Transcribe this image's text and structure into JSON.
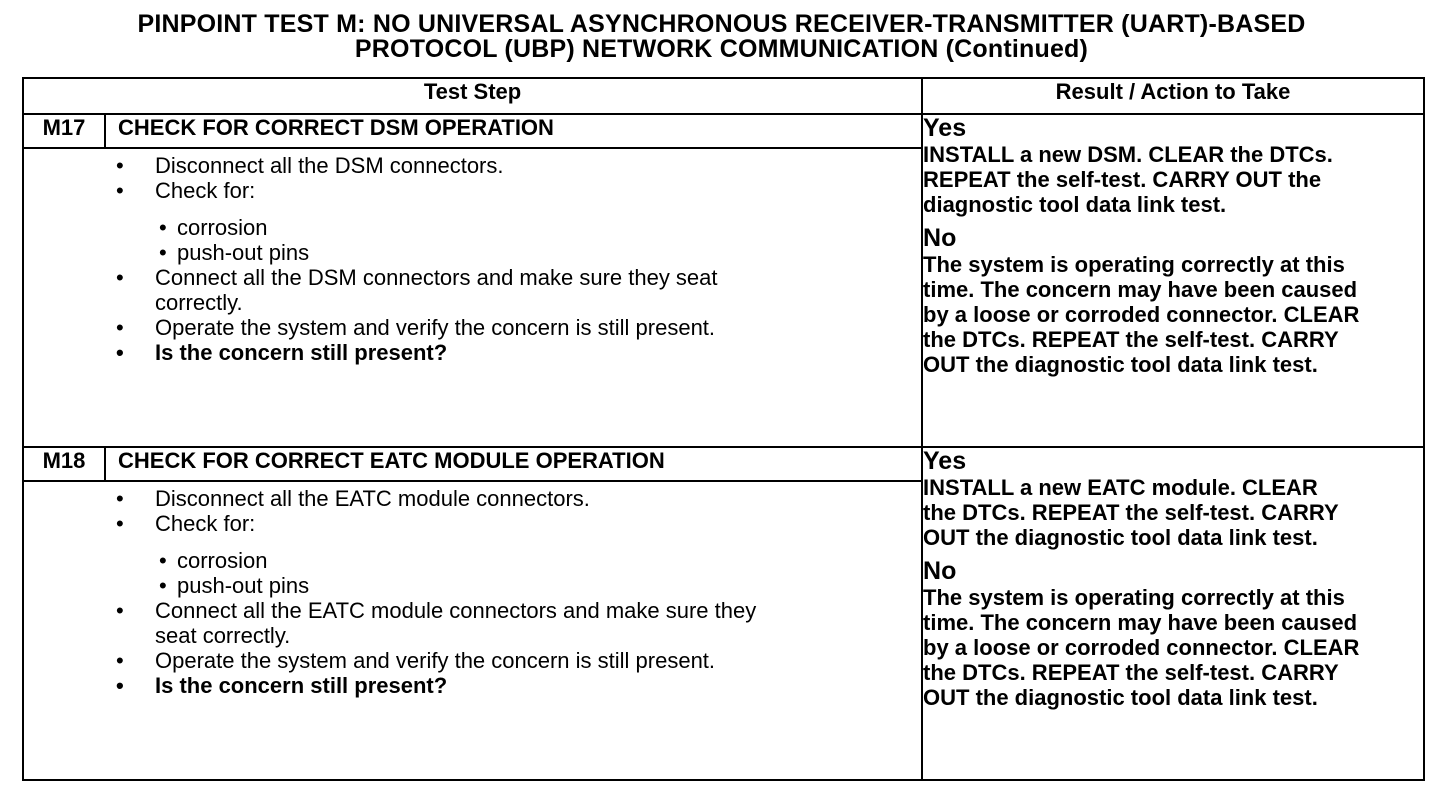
{
  "title_line1": "PINPOINT TEST  M: NO UNIVERSAL ASYNCHRONOUS RECEIVER-TRANSMITTER (UART)-BASED",
  "title_line2": "PROTOCOL (UBP) NETWORK COMMUNICATION (Continued)",
  "headers": {
    "test_step": "Test Step",
    "result": "Result / Action to Take"
  },
  "bullet": "•",
  "sub_bullet": "•",
  "steps": [
    {
      "id": "M17",
      "title": "CHECK FOR CORRECT DSM OPERATION",
      "bullets": {
        "b1": "Disconnect all the DSM connectors.",
        "b2": "Check for:",
        "sub1": "corrosion",
        "sub2": "push-out pins",
        "b3a": "Connect all the DSM connectors and make sure they seat",
        "b3b": "correctly.",
        "b4": "Operate the system and verify the concern is still present.",
        "b5": "Is the concern still present?"
      },
      "yes_label": "Yes",
      "yes_lines": [
        "INSTALL a new DSM. CLEAR the DTCs.",
        "REPEAT the self-test. CARRY OUT the",
        "diagnostic tool data link test."
      ],
      "no_label": "No",
      "no_lines": [
        "The system is operating correctly at this",
        "time. The concern may have been caused",
        "by a loose or corroded connector. CLEAR",
        "the DTCs. REPEAT the self-test. CARRY",
        "OUT the diagnostic tool data link test."
      ]
    },
    {
      "id": "M18",
      "title": "CHECK FOR CORRECT EATC MODULE OPERATION",
      "bullets": {
        "b1": "Disconnect all the EATC module connectors.",
        "b2": "Check for:",
        "sub1": "corrosion",
        "sub2": "push-out pins",
        "b3a": "Connect all the EATC module connectors and make sure they",
        "b3b": "seat correctly.",
        "b4": "Operate the system and verify the concern is still present.",
        "b5": "Is the concern still present?"
      },
      "yes_label": "Yes",
      "yes_lines": [
        "INSTALL a new EATC module. CLEAR",
        "the DTCs. REPEAT the self-test. CARRY",
        "OUT the diagnostic tool data link test."
      ],
      "no_label": "No",
      "no_lines": [
        "The system is operating correctly at this",
        "time. The concern may have been caused",
        "by a loose or corroded connector. CLEAR",
        "the DTCs. REPEAT the self-test. CARRY",
        "OUT the diagnostic tool data link test."
      ]
    }
  ]
}
